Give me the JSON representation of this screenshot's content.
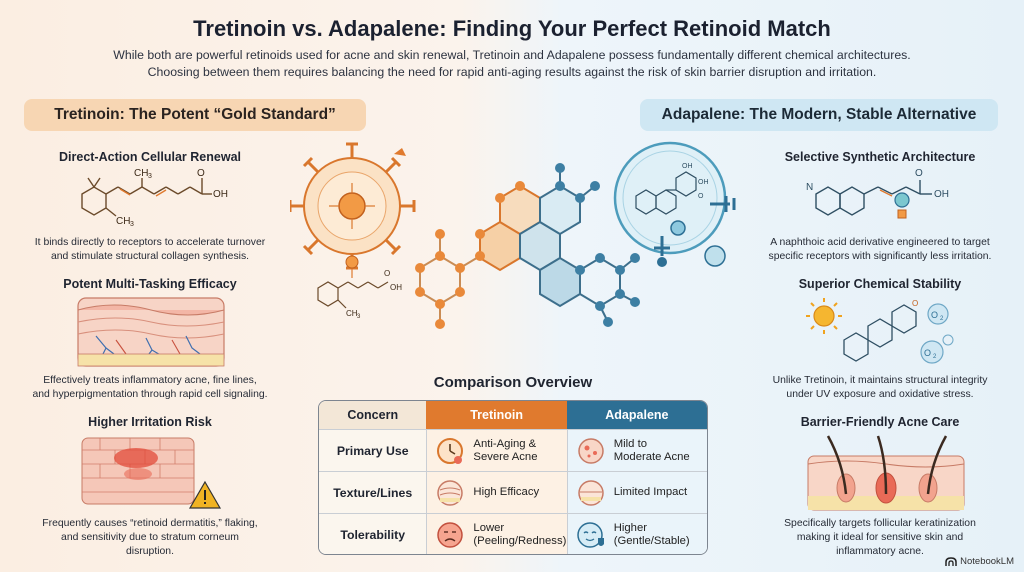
{
  "header": {
    "title": "Tretinoin vs. Adapalene: Finding Your Perfect Retinoid Match",
    "subtitle_line1": "While both are powerful retinoids used for acne and skin renewal, Tretinoin and Adapalene possess fundamentally different chemical architectures.",
    "subtitle_line2": "Choosing between them requires balancing the need for rapid anti-aging results against the risk of skin barrier disruption and irritation."
  },
  "tretinoin": {
    "heading": "Tretinoin: The Potent “Gold Standard”",
    "sections": [
      {
        "title": "Direct-Action Cellular Renewal",
        "text1": "It binds directly to receptors to accelerate turnover",
        "text2": "and stimulate structural collagen synthesis.",
        "text3": ""
      },
      {
        "title": "Potent Multi-Tasking Efficacy",
        "text1": "Effectively treats inflammatory acne, fine lines,",
        "text2": "and hyperpigmentation through rapid cell signaling.",
        "text3": ""
      },
      {
        "title": "Higher Irritation Risk",
        "text1": "Frequently causes “retinoid dermatitis,” flaking,",
        "text2": "and sensitivity due to stratum corneum",
        "text3": "disruption."
      }
    ],
    "molecule_labels": {
      "me1": "CH",
      "me1_sub": "3",
      "oh": "OH",
      "me2": "CH",
      "me2_sub": "3",
      "o": "O"
    }
  },
  "adapalene": {
    "heading": "Adapalene: The Modern, Stable Alternative",
    "sections": [
      {
        "title": "Selective Synthetic Architecture",
        "text1": "A naphthoic acid derivative engineered to target",
        "text2": "specific receptors with significantly less irritation.",
        "text3": ""
      },
      {
        "title": "Superior Chemical Stability",
        "text1": "Unlike Tretinoin, it maintains structural integrity",
        "text2": "under UV exposure and oxidative stress.",
        "text3": ""
      },
      {
        "title": "Barrier-Friendly Acne Care",
        "text1": "Specifically targets follicular keratinization",
        "text2": "making it ideal for sensitive skin and",
        "text3": "inflammatory acne."
      }
    ],
    "molecule_labels": {
      "n": "N",
      "oh": "OH",
      "o": "O",
      "o2a": "O",
      "o2a_sub": "2",
      "o2b": "O",
      "o2b_sub": "2"
    }
  },
  "center_molecule_labels": {
    "oh": "OH",
    "ch3": "CH",
    "ch3_sub": "3",
    "o": "O",
    "bub_oh1": "OH",
    "bub_oh2": "OH",
    "bub_o": "O"
  },
  "comparison": {
    "title": "Comparison Overview",
    "headers": [
      "Concern",
      "Tretinoin",
      "Adapalene"
    ],
    "rows": [
      {
        "concern": "Primary Use",
        "tretinoin": [
          "Anti-Aging &",
          "Severe Acne"
        ],
        "adapalene": [
          "Mild to",
          "Moderate Acne"
        ],
        "t_icon": "clock-icon",
        "a_icon": "acne-skin-icon"
      },
      {
        "concern": "Texture/Lines",
        "tretinoin": [
          "High Efficacy",
          ""
        ],
        "adapalene": [
          "Limited Impact",
          ""
        ],
        "t_icon": "skin-texture-icon",
        "a_icon": "smooth-skin-icon"
      },
      {
        "concern": "Tolerability",
        "tretinoin": [
          "Lower",
          "(Peeling/Redness)"
        ],
        "adapalene": [
          "Higher",
          "(Gentle/Stable)"
        ],
        "t_icon": "irritated-face-icon",
        "a_icon": "calm-face-icon"
      }
    ]
  },
  "brand": {
    "name": "NotebookLM"
  },
  "colors": {
    "tretinoin_orange": "#e07a2e",
    "adapalene_blue": "#2d6f94",
    "left_pill": "#f7d6b3",
    "right_pill": "#cfe7f3"
  }
}
